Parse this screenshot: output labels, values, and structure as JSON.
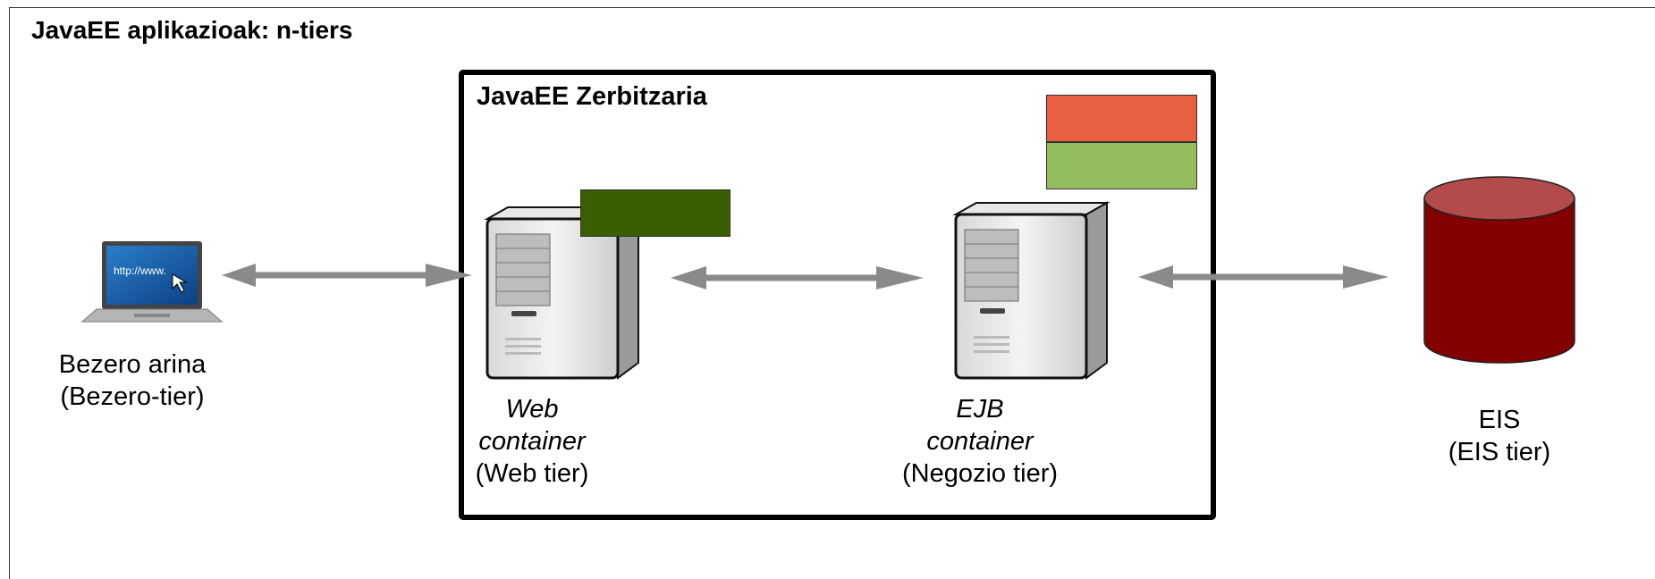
{
  "diagram": {
    "title": "JavaEE aplikazioak: n-tiers",
    "server": {
      "title": "JavaEE Zerbitzaria"
    },
    "client": {
      "name": "Bezero arina",
      "tier": "(Bezero-tier)",
      "screen_text": "http://www."
    },
    "web": {
      "name_line1": "Web",
      "name_line2": "container",
      "tier": "(Web tier)"
    },
    "ejb": {
      "name_line1": "EJB",
      "name_line2": "container",
      "tier": "(Negozio tier)"
    },
    "eis": {
      "name": "EIS",
      "tier": "(EIS tier)"
    },
    "colors": {
      "web_block": "#3a5e00",
      "ejb_block_top": "#e96040",
      "ejb_block_bottom": "#94be5e",
      "database": "#820000",
      "database_top": "#b34b4b",
      "arrow": "#8a8a8a"
    }
  }
}
